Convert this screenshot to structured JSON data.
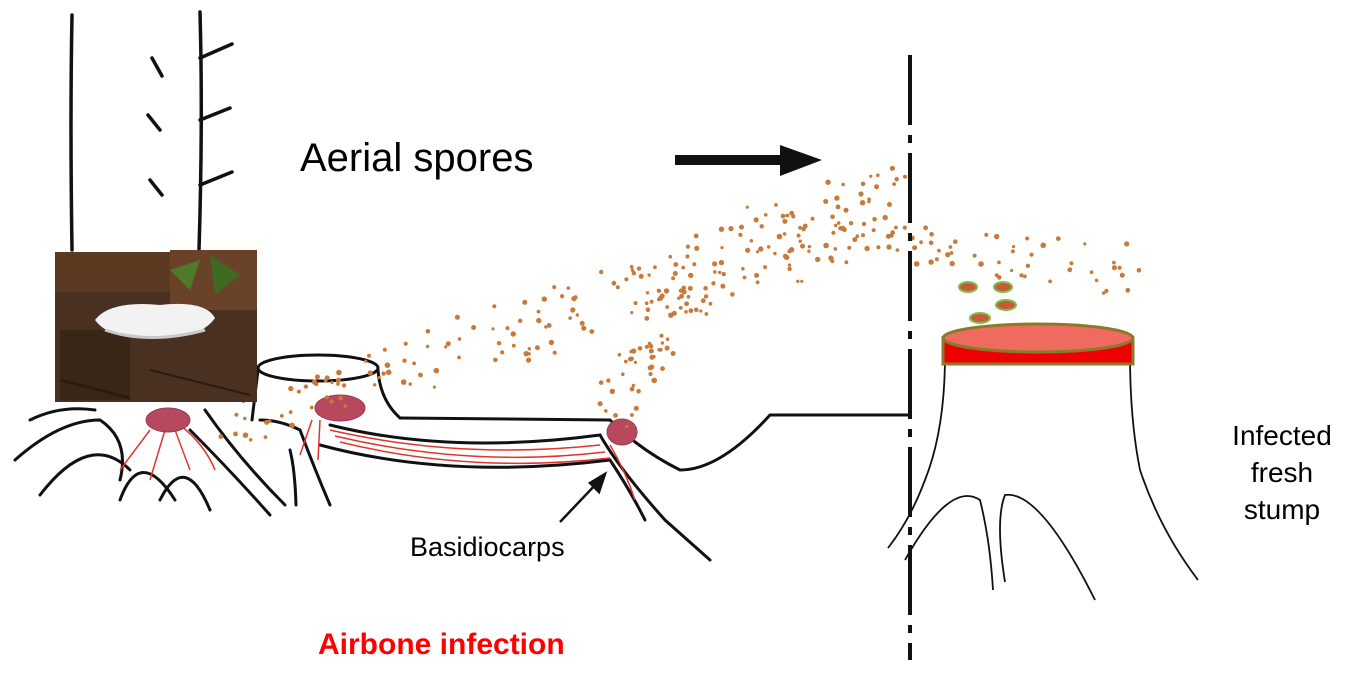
{
  "labels": {
    "aerial_spores": "Aerial spores",
    "basidiocarps": "Basidiocarps",
    "stump_line1": "Infected",
    "stump_line2": "fresh",
    "stump_line3": "stump",
    "caption": "Airbone infection"
  },
  "colors": {
    "spore": "#c87a3a",
    "hyphae": "#e0342c",
    "fruit_body": "#b8485e",
    "stump_top": "#f06b5f",
    "stump_rim": "#ee0000",
    "stump_edge": "#8a7a2a",
    "landing_spore_outline": "#7cc04a",
    "caption": "#ff0000"
  },
  "icons": {
    "photo": "bracket-fungus-photo",
    "arrow": "right-arrow"
  }
}
